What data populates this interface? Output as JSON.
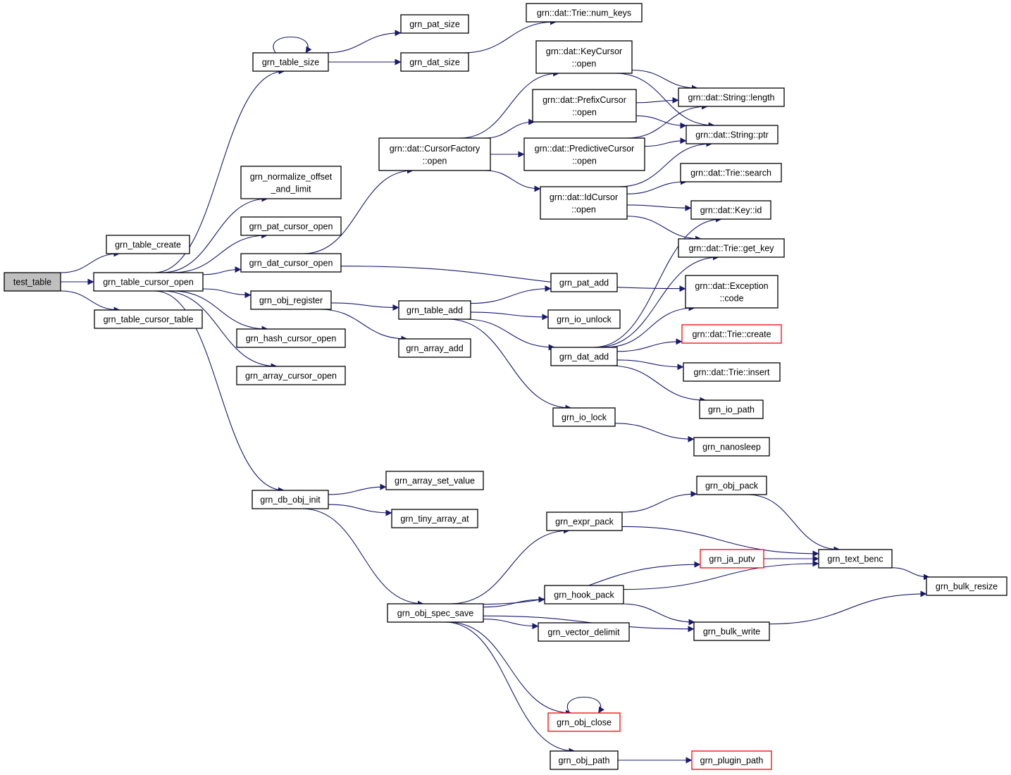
{
  "colors": {
    "edge": "#191970",
    "node_border": "#000000",
    "node_border_truncated": "#ff0000",
    "root_fill": "#bfbfbf"
  },
  "nodes": [
    {
      "id": "test_table",
      "lines": [
        "test_table"
      ],
      "root": true
    },
    {
      "id": "grn_table_create",
      "lines": [
        "grn_table_create"
      ]
    },
    {
      "id": "grn_table_cursor_open",
      "lines": [
        "grn_table_cursor_open"
      ]
    },
    {
      "id": "grn_table_cursor_table",
      "lines": [
        "grn_table_cursor_table"
      ]
    },
    {
      "id": "grn_table_size",
      "lines": [
        "grn_table_size"
      ]
    },
    {
      "id": "grn_normalize_offset_and_limit",
      "lines": [
        "grn_normalize_offset",
        "_and_limit"
      ]
    },
    {
      "id": "grn_pat_cursor_open",
      "lines": [
        "grn_pat_cursor_open"
      ]
    },
    {
      "id": "grn_dat_cursor_open",
      "lines": [
        "grn_dat_cursor_open"
      ]
    },
    {
      "id": "grn_obj_register",
      "lines": [
        "grn_obj_register"
      ]
    },
    {
      "id": "grn_hash_cursor_open",
      "lines": [
        "grn_hash_cursor_open"
      ]
    },
    {
      "id": "grn_array_cursor_open",
      "lines": [
        "grn_array_cursor_open"
      ]
    },
    {
      "id": "grn_db_obj_init",
      "lines": [
        "grn_db_obj_init"
      ]
    },
    {
      "id": "grn_pat_size",
      "lines": [
        "grn_pat_size"
      ]
    },
    {
      "id": "grn_dat_size",
      "lines": [
        "grn_dat_size"
      ]
    },
    {
      "id": "cursor_factory_open",
      "lines": [
        "grn::dat::CursorFactory",
        "::open"
      ]
    },
    {
      "id": "grn_table_add",
      "lines": [
        "grn_table_add"
      ]
    },
    {
      "id": "grn_array_add",
      "lines": [
        "grn_array_add"
      ]
    },
    {
      "id": "grn_array_set_value",
      "lines": [
        "grn_array_set_value"
      ]
    },
    {
      "id": "grn_tiny_array_at",
      "lines": [
        "grn_tiny_array_at"
      ]
    },
    {
      "id": "grn_obj_spec_save",
      "lines": [
        "grn_obj_spec_save"
      ]
    },
    {
      "id": "trie_num_keys",
      "lines": [
        "grn::dat::Trie::num_keys"
      ]
    },
    {
      "id": "key_cursor_open",
      "lines": [
        "grn::dat::KeyCursor",
        "::open"
      ]
    },
    {
      "id": "prefix_cursor_open",
      "lines": [
        "grn::dat::PrefixCursor",
        "::open"
      ]
    },
    {
      "id": "predictive_cursor_open",
      "lines": [
        "grn::dat::PredictiveCursor",
        "::open"
      ]
    },
    {
      "id": "id_cursor_open",
      "lines": [
        "grn::dat::IdCursor",
        "::open"
      ]
    },
    {
      "id": "grn_pat_add",
      "lines": [
        "grn_pat_add"
      ]
    },
    {
      "id": "grn_io_unlock",
      "lines": [
        "grn_io_unlock"
      ]
    },
    {
      "id": "grn_dat_add",
      "lines": [
        "grn_dat_add"
      ]
    },
    {
      "id": "grn_io_lock",
      "lines": [
        "grn_io_lock"
      ]
    },
    {
      "id": "grn_expr_pack",
      "lines": [
        "grn_expr_pack"
      ]
    },
    {
      "id": "grn_hook_pack",
      "lines": [
        "grn_hook_pack"
      ]
    },
    {
      "id": "grn_vector_delimit",
      "lines": [
        "grn_vector_delimit"
      ]
    },
    {
      "id": "grn_obj_close",
      "lines": [
        "grn_obj_close"
      ],
      "red": true
    },
    {
      "id": "grn_obj_path",
      "lines": [
        "grn_obj_path"
      ]
    },
    {
      "id": "string_length",
      "lines": [
        "grn::dat::String::length"
      ]
    },
    {
      "id": "string_ptr",
      "lines": [
        "grn::dat::String::ptr"
      ]
    },
    {
      "id": "trie_search",
      "lines": [
        "grn::dat::Trie::search"
      ]
    },
    {
      "id": "key_id",
      "lines": [
        "grn::dat::Key::id"
      ]
    },
    {
      "id": "trie_get_key",
      "lines": [
        "grn::dat::Trie::get_key"
      ]
    },
    {
      "id": "exception_code",
      "lines": [
        "grn::dat::Exception",
        "::code"
      ]
    },
    {
      "id": "trie_create",
      "lines": [
        "grn::dat::Trie::create"
      ],
      "red": true
    },
    {
      "id": "trie_insert",
      "lines": [
        "grn::dat::Trie::insert"
      ]
    },
    {
      "id": "grn_io_path",
      "lines": [
        "grn_io_path"
      ]
    },
    {
      "id": "grn_nanosleep",
      "lines": [
        "grn_nanosleep"
      ]
    },
    {
      "id": "grn_obj_pack",
      "lines": [
        "grn_obj_pack"
      ]
    },
    {
      "id": "grn_ja_putv",
      "lines": [
        "grn_ja_putv"
      ],
      "red": true
    },
    {
      "id": "grn_bulk_write",
      "lines": [
        "grn_bulk_write"
      ]
    },
    {
      "id": "grn_plugin_path",
      "lines": [
        "grn_plugin_path"
      ],
      "red": true
    },
    {
      "id": "grn_text_benc",
      "lines": [
        "grn_text_benc"
      ]
    },
    {
      "id": "grn_bulk_resize",
      "lines": [
        "grn_bulk_resize"
      ]
    }
  ],
  "edges": [
    [
      "test_table",
      "grn_table_create"
    ],
    [
      "test_table",
      "grn_table_cursor_open"
    ],
    [
      "test_table",
      "grn_table_cursor_table"
    ],
    [
      "grn_table_cursor_open",
      "grn_table_size"
    ],
    [
      "grn_table_cursor_open",
      "grn_normalize_offset_and_limit"
    ],
    [
      "grn_table_cursor_open",
      "grn_pat_cursor_open"
    ],
    [
      "grn_table_cursor_open",
      "grn_dat_cursor_open"
    ],
    [
      "grn_table_cursor_open",
      "grn_obj_register"
    ],
    [
      "grn_table_cursor_open",
      "grn_hash_cursor_open"
    ],
    [
      "grn_table_cursor_open",
      "grn_array_cursor_open"
    ],
    [
      "grn_table_cursor_open",
      "grn_db_obj_init"
    ],
    [
      "grn_table_size",
      "grn_table_size"
    ],
    [
      "grn_table_size",
      "grn_pat_size"
    ],
    [
      "grn_table_size",
      "grn_dat_size"
    ],
    [
      "grn_dat_size",
      "trie_num_keys"
    ],
    [
      "grn_dat_cursor_open",
      "cursor_factory_open"
    ],
    [
      "grn_dat_cursor_open",
      "exception_code"
    ],
    [
      "cursor_factory_open",
      "key_cursor_open"
    ],
    [
      "cursor_factory_open",
      "prefix_cursor_open"
    ],
    [
      "cursor_factory_open",
      "predictive_cursor_open"
    ],
    [
      "cursor_factory_open",
      "id_cursor_open"
    ],
    [
      "key_cursor_open",
      "string_length"
    ],
    [
      "key_cursor_open",
      "string_ptr"
    ],
    [
      "prefix_cursor_open",
      "string_length"
    ],
    [
      "prefix_cursor_open",
      "string_ptr"
    ],
    [
      "predictive_cursor_open",
      "string_length"
    ],
    [
      "predictive_cursor_open",
      "string_ptr"
    ],
    [
      "id_cursor_open",
      "string_ptr"
    ],
    [
      "id_cursor_open",
      "trie_search"
    ],
    [
      "id_cursor_open",
      "key_id"
    ],
    [
      "id_cursor_open",
      "trie_get_key"
    ],
    [
      "grn_obj_register",
      "grn_table_add"
    ],
    [
      "grn_obj_register",
      "grn_array_add"
    ],
    [
      "grn_table_add",
      "grn_pat_add"
    ],
    [
      "grn_table_add",
      "grn_io_unlock"
    ],
    [
      "grn_table_add",
      "grn_dat_add"
    ],
    [
      "grn_table_add",
      "grn_io_lock"
    ],
    [
      "grn_dat_add",
      "key_id"
    ],
    [
      "grn_dat_add",
      "trie_get_key"
    ],
    [
      "grn_dat_add",
      "exception_code"
    ],
    [
      "grn_dat_add",
      "trie_create"
    ],
    [
      "grn_dat_add",
      "trie_insert"
    ],
    [
      "grn_dat_add",
      "grn_io_path"
    ],
    [
      "grn_io_lock",
      "grn_nanosleep"
    ],
    [
      "grn_db_obj_init",
      "grn_array_set_value"
    ],
    [
      "grn_db_obj_init",
      "grn_tiny_array_at"
    ],
    [
      "grn_db_obj_init",
      "grn_obj_spec_save"
    ],
    [
      "grn_obj_spec_save",
      "grn_expr_pack"
    ],
    [
      "grn_obj_spec_save",
      "grn_ja_putv"
    ],
    [
      "grn_obj_spec_save",
      "grn_hook_pack"
    ],
    [
      "grn_obj_spec_save",
      "grn_vector_delimit"
    ],
    [
      "grn_obj_spec_save",
      "grn_bulk_write"
    ],
    [
      "grn_obj_spec_save",
      "grn_obj_close"
    ],
    [
      "grn_obj_spec_save",
      "grn_obj_path"
    ],
    [
      "grn_expr_pack",
      "grn_obj_pack"
    ],
    [
      "grn_expr_pack",
      "grn_text_benc"
    ],
    [
      "grn_obj_pack",
      "grn_text_benc"
    ],
    [
      "grn_ja_putv",
      "grn_text_benc"
    ],
    [
      "grn_hook_pack",
      "grn_text_benc"
    ],
    [
      "grn_hook_pack",
      "grn_bulk_write"
    ],
    [
      "grn_bulk_write",
      "grn_bulk_resize"
    ],
    [
      "grn_text_benc",
      "grn_bulk_resize"
    ],
    [
      "grn_obj_close",
      "grn_obj_close"
    ],
    [
      "grn_obj_path",
      "grn_plugin_path"
    ]
  ]
}
